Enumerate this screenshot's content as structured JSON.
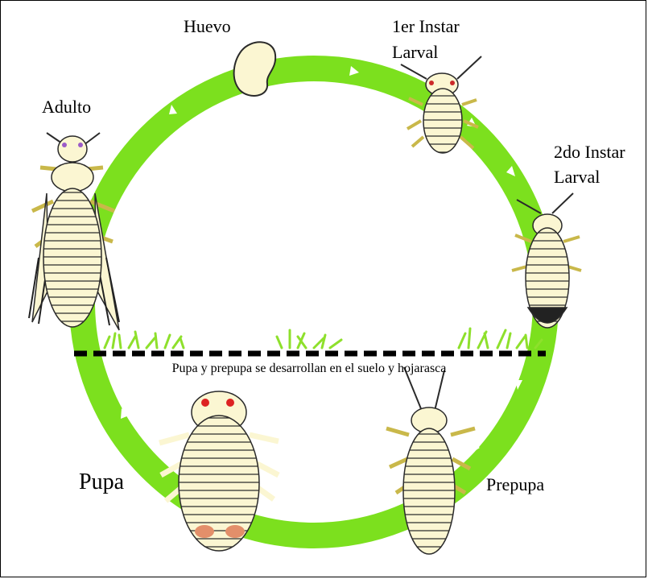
{
  "stages": {
    "egg": "Huevo",
    "instar1_line1": "1er Instar",
    "instar1_line2": "Larval",
    "instar2_line1": "2do Instar",
    "instar2_line2": "Larval",
    "prepupa": "Prepupa",
    "pupa": "Pupa",
    "adult": "Adulto"
  },
  "soil_caption": "Pupa y prepupa se desarrollan en el suelo y hojarasca",
  "colors": {
    "cycle_ring": "#7ce01e",
    "arrow": "#ffffff",
    "body": "#fbf6d2",
    "outline": "#2a2a2a",
    "legs": "#f1e48a",
    "grass": "#8ee02c",
    "soil_line": "#000000"
  }
}
